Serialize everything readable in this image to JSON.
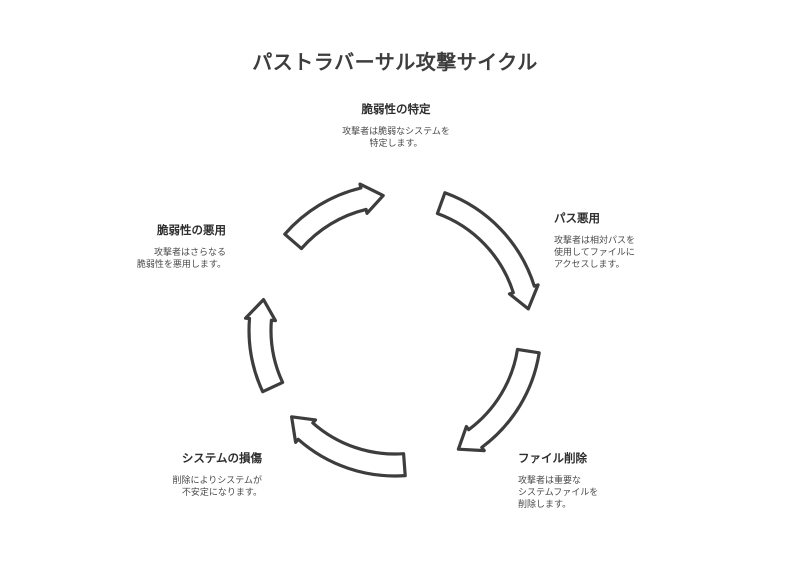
{
  "title": "パストラバーサル攻撃サイクル",
  "steps": [
    {
      "title": "脆弱性の特定",
      "desc": "攻撃者は脆弱なシステムを\n特定します。"
    },
    {
      "title": "パス悪用",
      "desc": "攻撃者は相対パスを\n使用してファイルに\nアクセスします。"
    },
    {
      "title": "ファイル削除",
      "desc": "攻撃者は重要な\nシステムファイルを\n削除します。"
    },
    {
      "title": "システムの損傷",
      "desc": "削除によりシステムが\n不安定になります。"
    },
    {
      "title": "脆弱性の悪用",
      "desc": "攻撃者はさらなる\n脆弱性を悪用します。"
    }
  ],
  "colors": {
    "stroke": "#3d3d3d",
    "fill": "#ffffff",
    "text": "#333333"
  }
}
